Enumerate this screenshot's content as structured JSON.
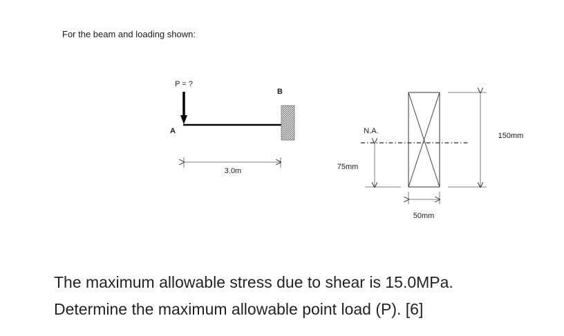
{
  "problem": {
    "intro": "For the beam and loading shown:",
    "question_line1": "The maximum allowable stress due to shear is 15.0MPa.",
    "question_line2": "Determine the maximum allowable point load  (P). [6]"
  },
  "beam_diagram": {
    "load_label": "P = ?",
    "point_a": "A",
    "point_b": "B",
    "span_label": "3.0m"
  },
  "section_diagram": {
    "neutral_axis_label": "N.A.",
    "half_height_label": "75mm",
    "height_label": "150mm",
    "width_label": "50mm"
  }
}
